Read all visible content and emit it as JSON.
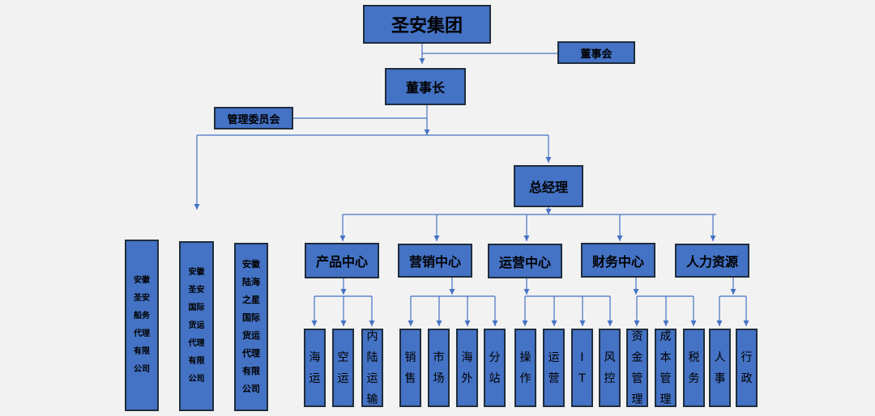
{
  "org": {
    "root": "圣安集团",
    "board": "董事会",
    "chairman": "董事长",
    "committee": "管理委员会",
    "gm": "总经理",
    "subsidiaries": [
      "安徽\n圣安\n船务\n代理\n有限\n公司",
      "安徽\n圣安\n国际\n货运\n代理\n有限\n公司",
      "安徽\n陆海\n之星\n国际\n货运\n代理\n有限\n公司"
    ],
    "centers": [
      {
        "name": "产品中心",
        "units": [
          "海\n运",
          "空\n运",
          "内\n陆\n运\n输"
        ]
      },
      {
        "name": "营销中心",
        "units": [
          "销\n售",
          "市\n场",
          "海\n外",
          "分\n站"
        ]
      },
      {
        "name": "运营中心",
        "units": [
          "操\n作",
          "运\n营",
          "I\nT",
          "风\n控"
        ]
      },
      {
        "name": "财务中心",
        "units": [
          "资\n金\n管\n理",
          "成\n本\n管\n理",
          "税\n务"
        ]
      },
      {
        "name": "人力资源",
        "units": [
          "人\n事",
          "行\n政"
        ]
      }
    ]
  }
}
